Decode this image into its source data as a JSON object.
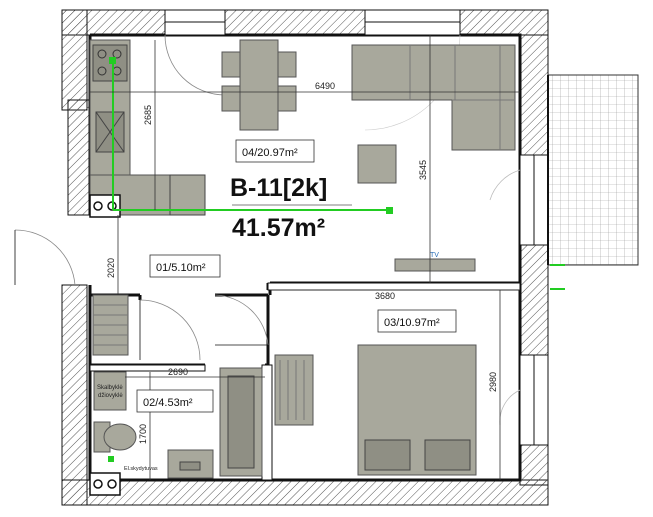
{
  "unit": {
    "code": "B-11[2k]",
    "total_area": "41.57m²"
  },
  "rooms": [
    {
      "id": "kitchen-living",
      "label": "04/20.97m²"
    },
    {
      "id": "hall",
      "label": "01/5.10m²"
    },
    {
      "id": "bedroom",
      "label": "03/10.97m²"
    },
    {
      "id": "bathroom",
      "label": "02/4.53m²"
    }
  ],
  "dimensions": {
    "living_width": "6490",
    "kitchen_height": "2685",
    "living_height": "3545",
    "hall_height": "2020",
    "bedroom_width": "3680",
    "bedroom_height": "2980",
    "bath_width": "2690",
    "bath_height": "1700"
  },
  "labels": {
    "tv": "TV",
    "washer_dryer_line1": "Skalbyklė",
    "washer_dryer_line2": "džiovyklė",
    "electric_panel": "El.skydytuvas"
  },
  "colors": {
    "wall": "#111111",
    "furniture": "#a8a89c",
    "furniture_dark": "#8f8f84",
    "marker_green": "#22cc22",
    "hatch": "#555555"
  }
}
